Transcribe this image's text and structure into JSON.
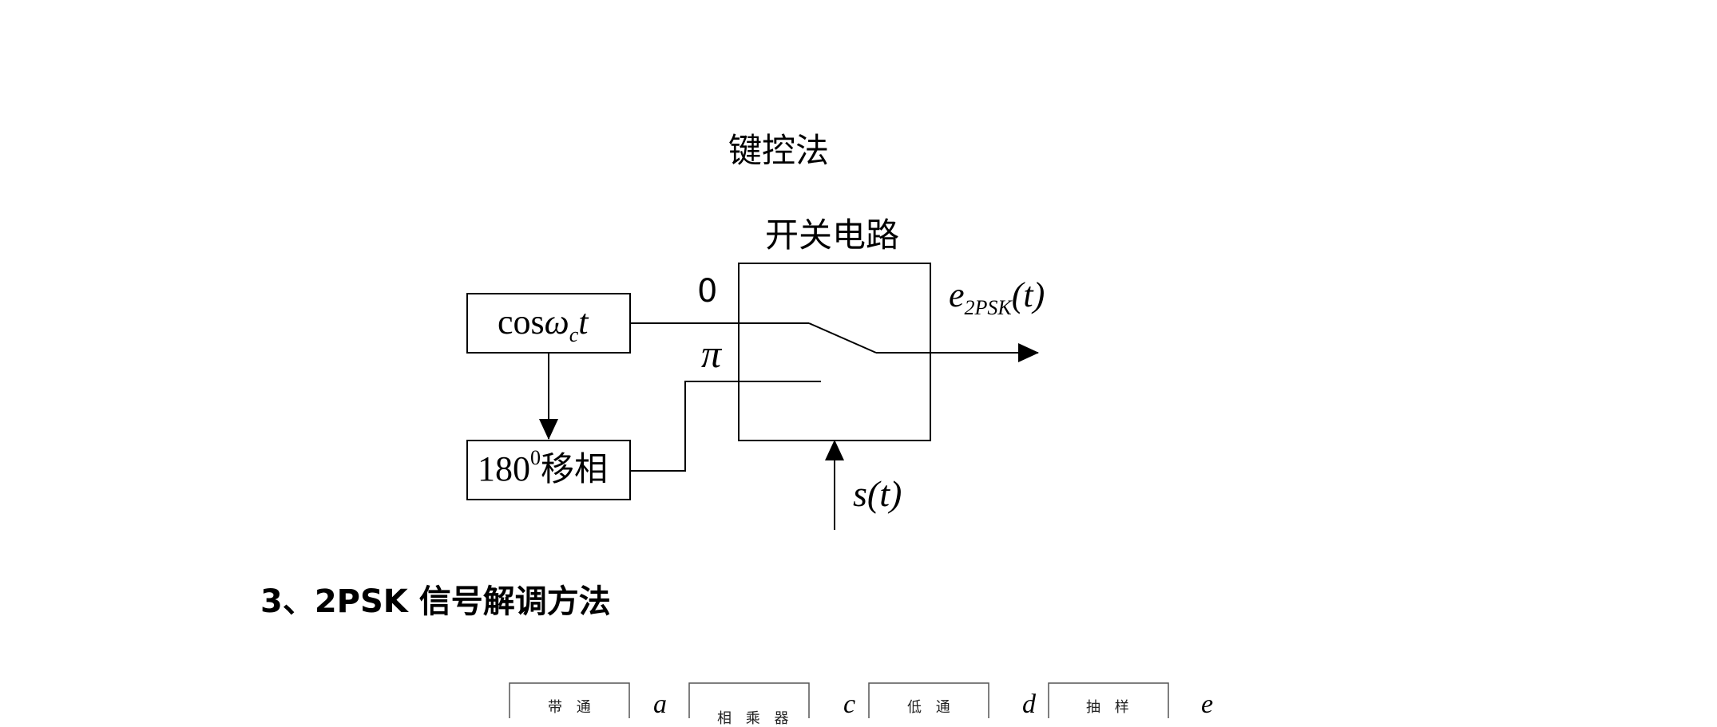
{
  "title": "键控法",
  "switch_label": "开关电路",
  "input_zero": "0",
  "input_pi": "π",
  "osc": {
    "prefix": "cos",
    "omega": "ω",
    "sub": "c",
    "t": "t"
  },
  "shifter": {
    "num": "180",
    "sup": "0",
    "text": "移相"
  },
  "output": {
    "e": "e",
    "sub": "2PSK",
    "arg": "(t)"
  },
  "control": {
    "s": "s",
    "arg": "(t)"
  },
  "section_heading": "3、2PSK 信号解调方法",
  "demod": {
    "blocks": [
      "带 通",
      "相 乘 器",
      "低 通",
      "抽 样"
    ],
    "signals": [
      "a",
      "c",
      "d",
      "e"
    ]
  }
}
